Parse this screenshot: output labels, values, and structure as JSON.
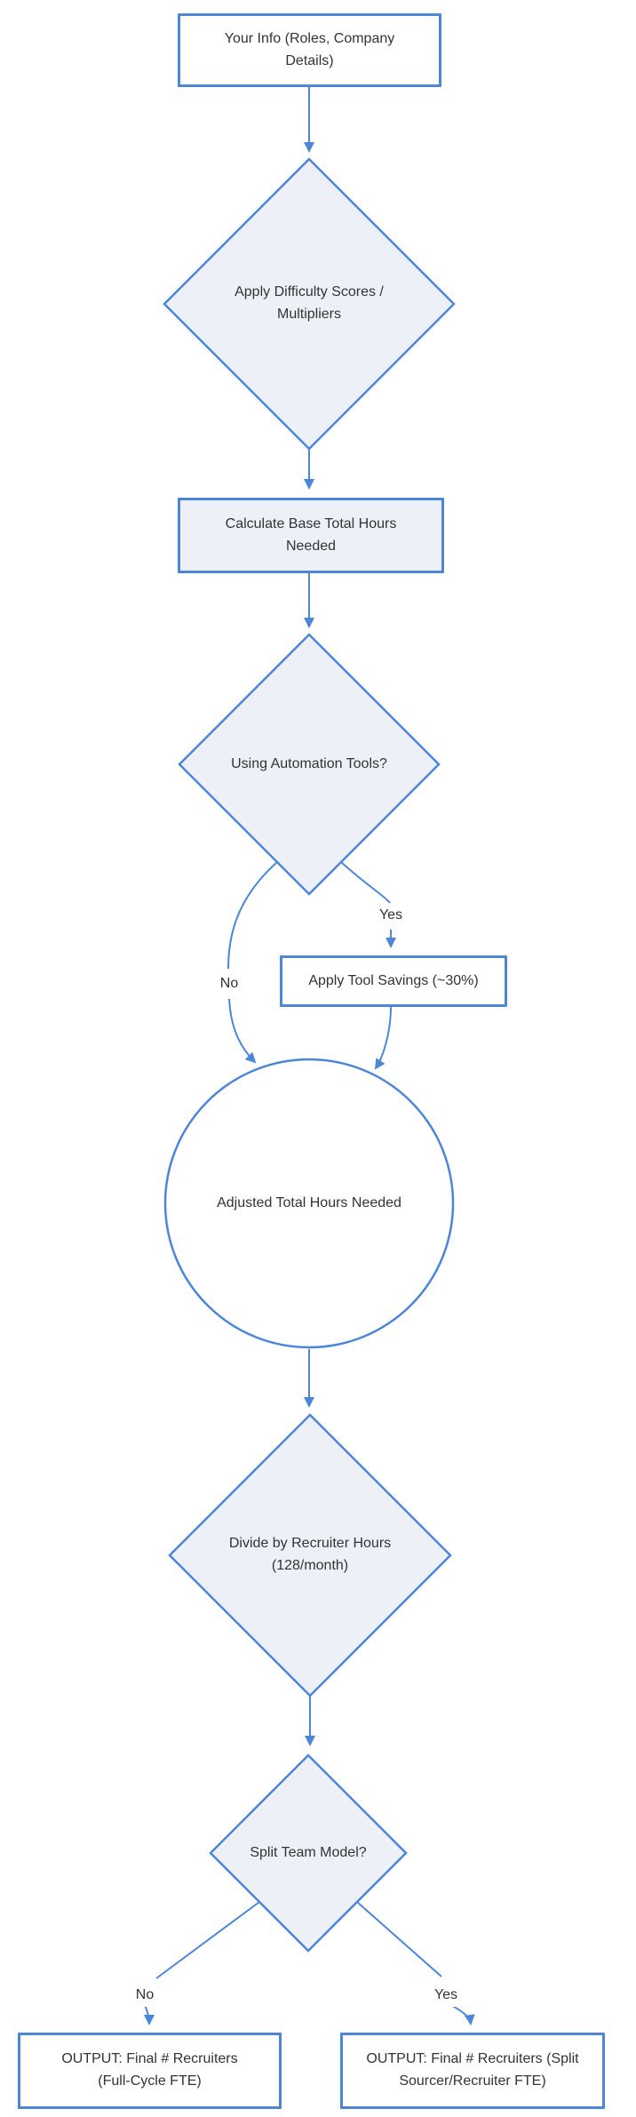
{
  "diagram": {
    "type": "flowchart",
    "direction": "top-down",
    "nodes": {
      "your_info": {
        "shape": "rectangle",
        "label": "Your Info (Roles, Company Details)"
      },
      "difficulty": {
        "shape": "diamond",
        "label": "Apply Difficulty Scores / Multipliers"
      },
      "base_hours": {
        "shape": "rectangle",
        "label": "Calculate Base Total Hours Needed"
      },
      "automation": {
        "shape": "diamond",
        "label": "Using Automation Tools?"
      },
      "tool_savings": {
        "shape": "rectangle",
        "label": "Apply Tool Savings (~30%)"
      },
      "adjusted_hours": {
        "shape": "circle",
        "label": "Adjusted Total Hours Needed"
      },
      "divide": {
        "shape": "diamond",
        "label": "Divide by Recruiter Hours (128/month)"
      },
      "split_model": {
        "shape": "diamond",
        "label": "Split Team Model?"
      },
      "output_full_cycle": {
        "shape": "rectangle",
        "label": "OUTPUT: Final # Recruiters (Full-Cycle FTE)"
      },
      "output_split": {
        "shape": "rectangle",
        "label": "OUTPUT: Final # Recruiters (Split Sourcer/Recruiter FTE)"
      }
    },
    "edge_labels": {
      "automation_no": "No",
      "automation_yes": "Yes",
      "split_no": "No",
      "split_yes": "Yes"
    },
    "colors": {
      "stroke_blue": "#4c86d9",
      "fill_light": "#edf0f7",
      "fill_white": "#ffffff",
      "text": "#333333",
      "background": "#ffffff"
    }
  }
}
